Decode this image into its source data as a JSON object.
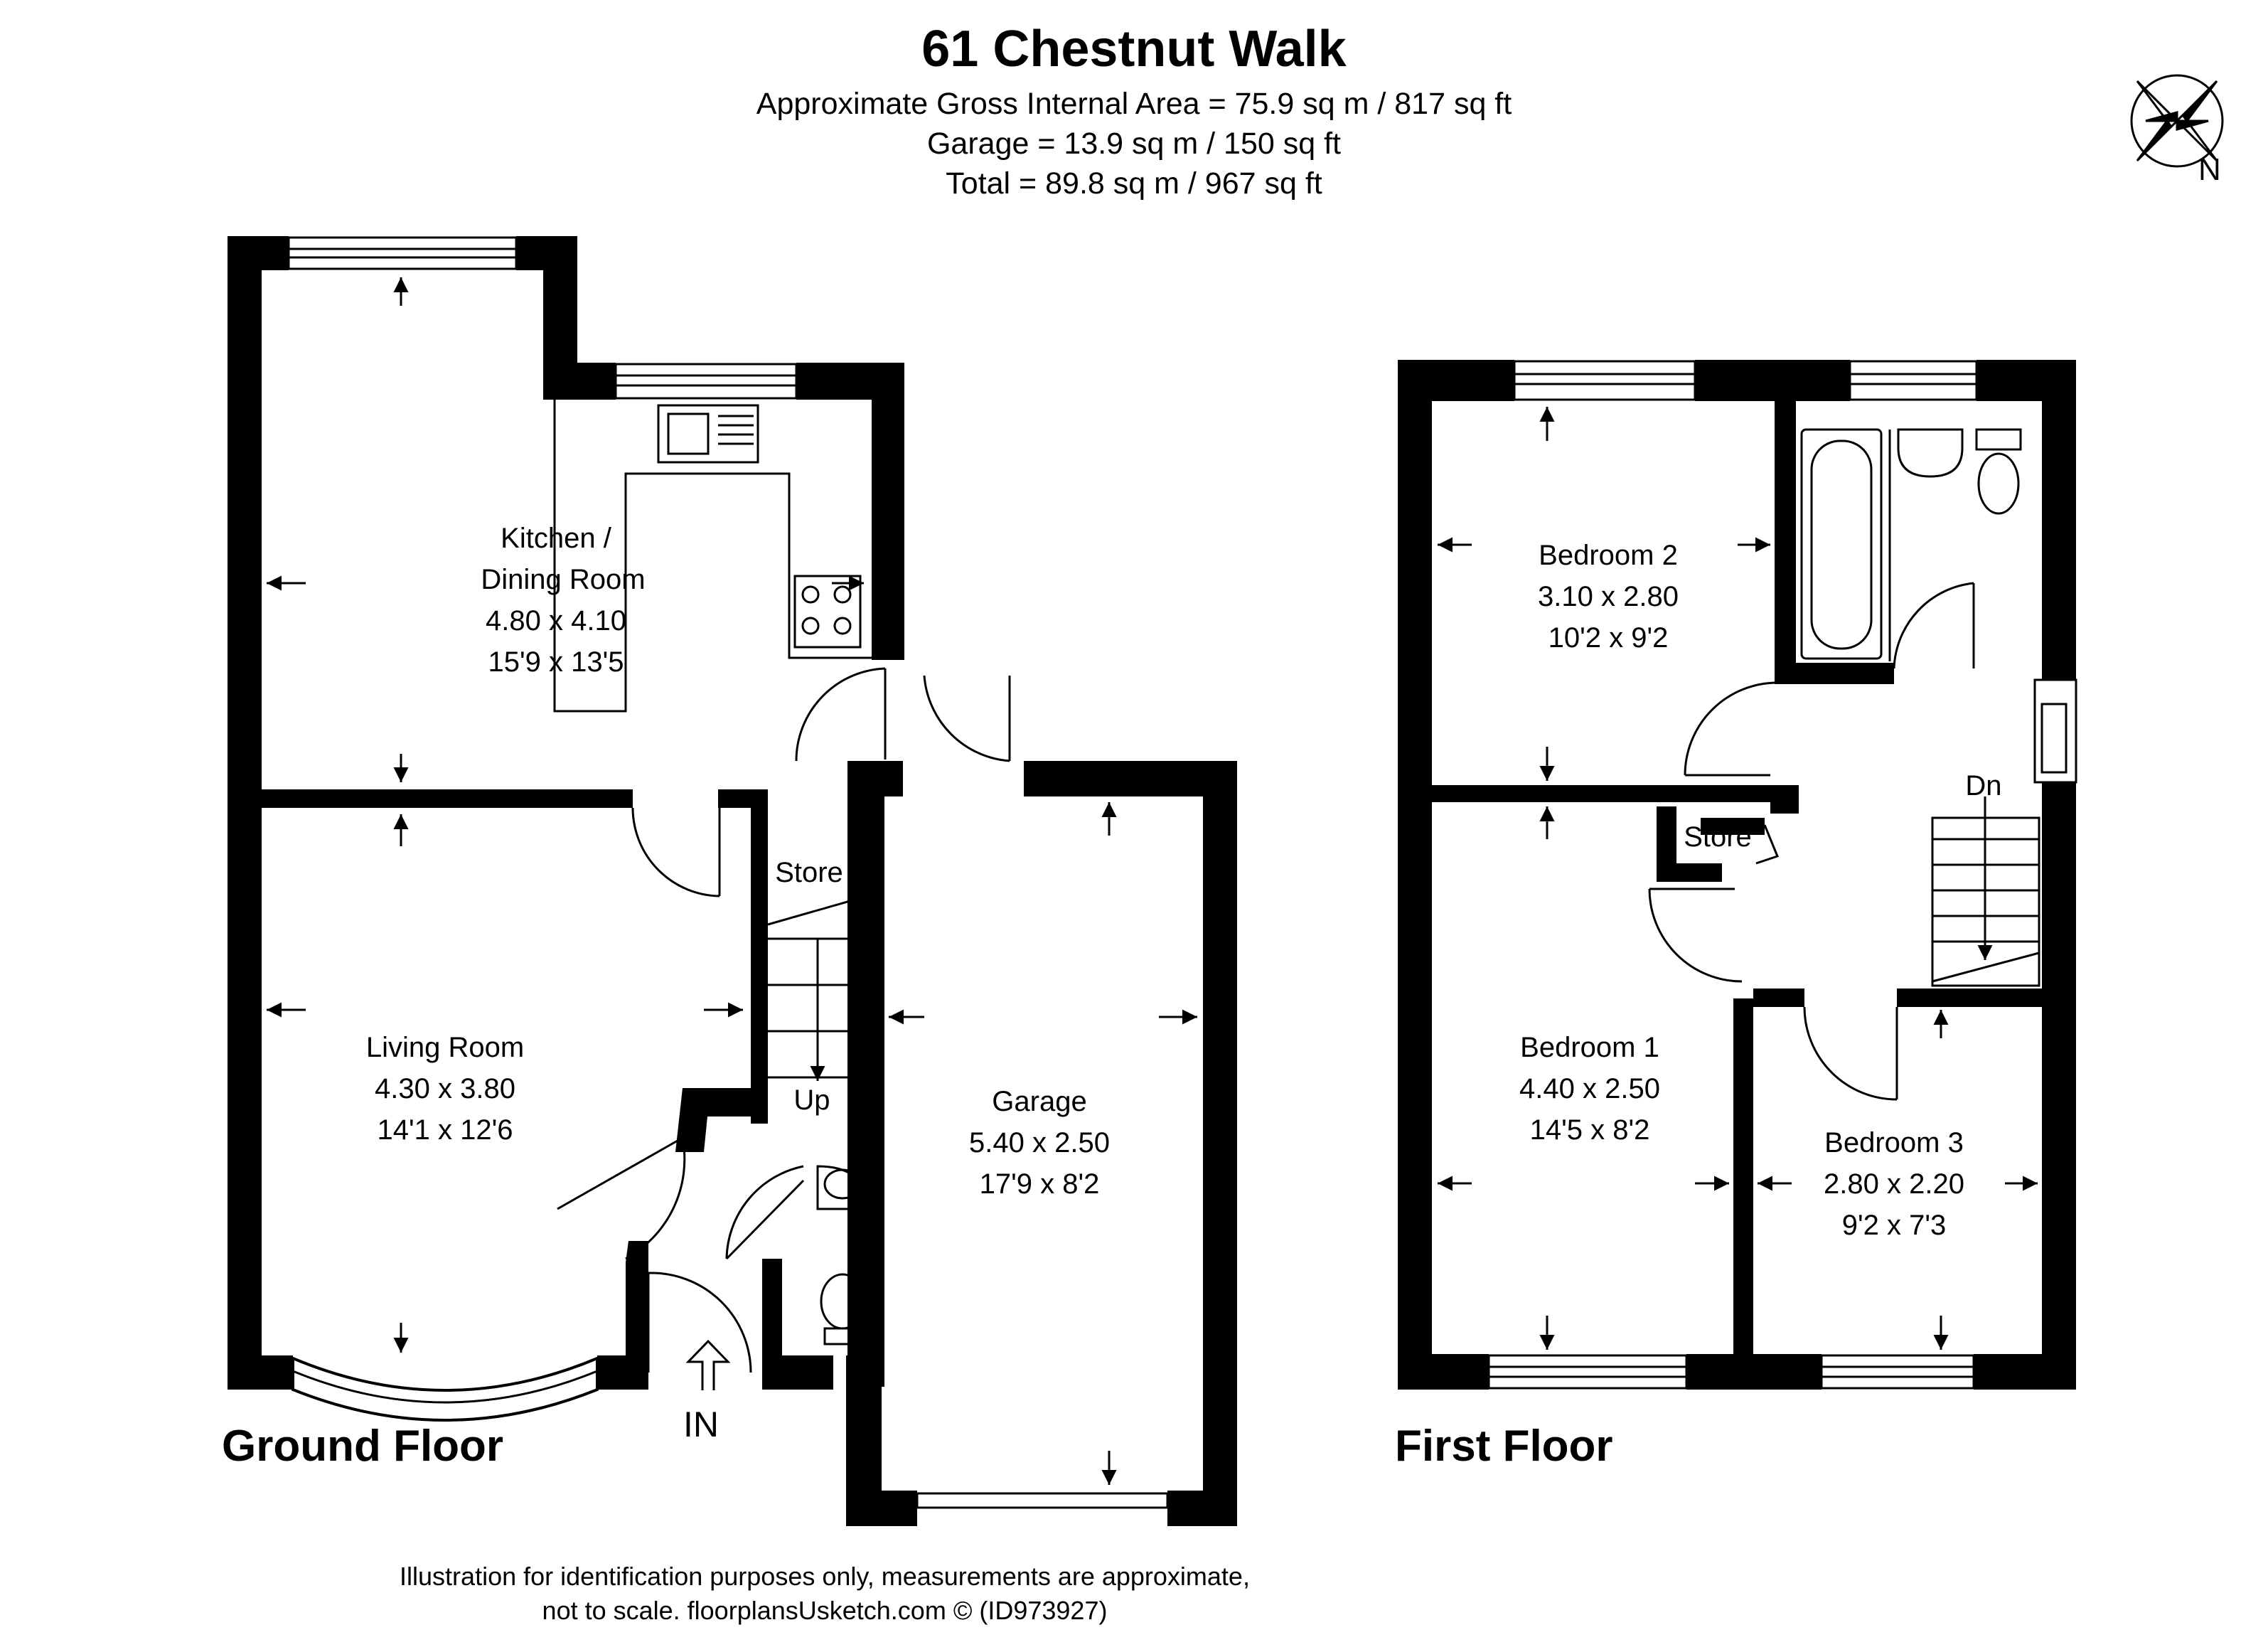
{
  "header": {
    "title": "61 Chestnut Walk",
    "area_line": "Approximate Gross Internal Area = 75.9 sq m / 817 sq ft",
    "garage_line": "Garage = 13.9 sq m / 150 sq ft",
    "total_line": "Total = 89.8 sq m / 967 sq ft"
  },
  "compass": {
    "label": "N"
  },
  "ground_floor": {
    "label": "Ground Floor",
    "kitchen": {
      "name_1": "Kitchen /",
      "name_2": "Dining Room",
      "metric": "4.80 x 4.10",
      "imperial": "15'9 x 13'5"
    },
    "living": {
      "name": "Living Room",
      "metric": "4.30 x 3.80",
      "imperial": "14'1 x 12'6"
    },
    "garage": {
      "name": "Garage",
      "metric": "5.40 x 2.50",
      "imperial": "17'9 x 8'2"
    },
    "store": "Store",
    "stairs_up": "Up",
    "entrance": "IN"
  },
  "first_floor": {
    "label": "First Floor",
    "bedroom2": {
      "name": "Bedroom 2",
      "metric": "3.10 x 2.80",
      "imperial": "10'2 x 9'2"
    },
    "bedroom1": {
      "name": "Bedroom 1",
      "metric": "4.40 x 2.50",
      "imperial": "14'5 x 8'2"
    },
    "bedroom3": {
      "name": "Bedroom 3",
      "metric": "2.80 x 2.20",
      "imperial": "9'2 x 7'3"
    },
    "store": "Store",
    "stairs_down": "Dn"
  },
  "footer": {
    "line1": "Illustration for identification purposes only, measurements are approximate,",
    "line2": "not to scale. floorplansUsketch.com © (ID973927)"
  }
}
